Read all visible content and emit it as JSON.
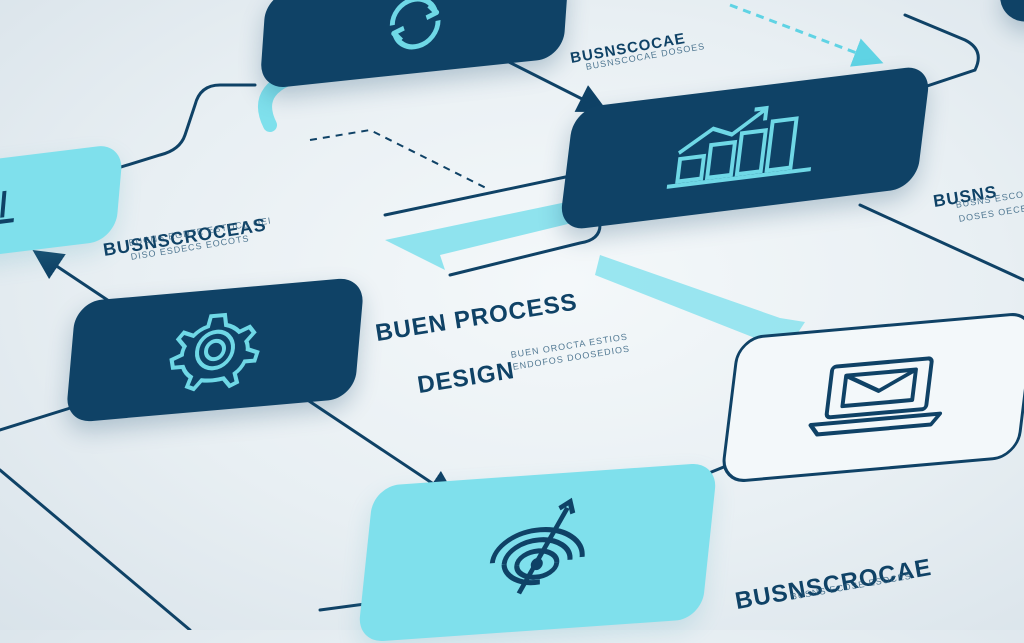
{
  "diagram": {
    "center_title_line1": "BUEN PROCESS",
    "center_title_line2": "DESIGN",
    "center_subtitle_line1": "BUEN OROCTA ESTIOS",
    "center_subtitle_line2": "ENDOFOS DOOSEDIOS",
    "left_label": "BUSNSCROCEAS",
    "left_sub_line1": "BUCNS EGDTE ESTOCS OEI",
    "left_sub_line2": "DISO ESDECS EOCOTS",
    "top_label": "BUSNSCOCAE",
    "top_sub_line1": "BUSNSCOCAE DOSOES",
    "right_label": "BUSNS",
    "right_sub_line1": "BUSNS ESCOS",
    "right_sub_line2": "DOSES OECES",
    "bottom_label": "BUSNSCROCAE",
    "bottom_sub_line1": "BUSNS ECDSE ESOCES"
  },
  "colors": {
    "dark": "#0f4266",
    "cyan": "#7fe0ec",
    "accent": "#5fd3e4"
  },
  "icons": [
    "sync-icon",
    "bar-chart-icon",
    "gear-icon",
    "laptop-icon",
    "target-icon",
    "partial-bar-chart-icon"
  ]
}
